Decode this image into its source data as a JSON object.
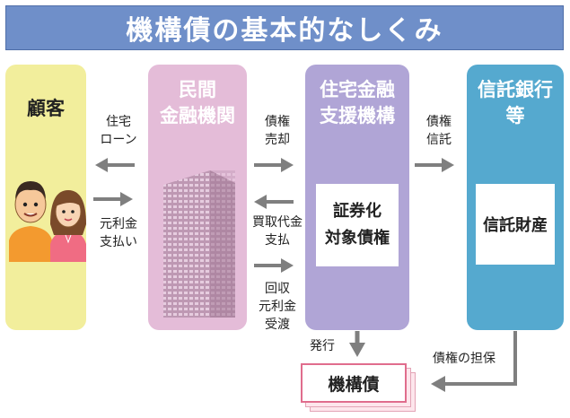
{
  "title": "機構債の基本的なしくみ",
  "columns": {
    "customer": {
      "line1": "顧客"
    },
    "bank": {
      "line1": "民間",
      "line2": "金融機関"
    },
    "jhf": {
      "line1": "住宅金融",
      "line2": "支援機構"
    },
    "trust": {
      "line1": "信託銀行",
      "line2": "等"
    }
  },
  "boxes": {
    "securitize": {
      "line1": "証券化",
      "line2": "対象債権"
    },
    "trust_asset": "信託財産"
  },
  "labels": {
    "housing_loan_1": "住宅",
    "housing_loan_2": "ローン",
    "repay_1": "元利金",
    "repay_2": "支払い",
    "sale_1": "債権",
    "sale_2": "売却",
    "purchase_1": "買取代金",
    "purchase_2": "支払",
    "collect_1": "回収",
    "collect_2": "元利金",
    "collect_3": "受渡",
    "trust_in_1": "債権",
    "trust_in_2": "信託",
    "issue": "発行",
    "collateral": "債権の担保"
  },
  "bond": "機構債",
  "colors": {
    "title_bg": "#6f8fc9",
    "customer": "#f2ee9c",
    "bank": "#e4bcd8",
    "jhf": "#b0a5d6",
    "trust": "#55a9cf",
    "arrow": "#7f7f7f",
    "bond_border": "#e06d8d"
  }
}
